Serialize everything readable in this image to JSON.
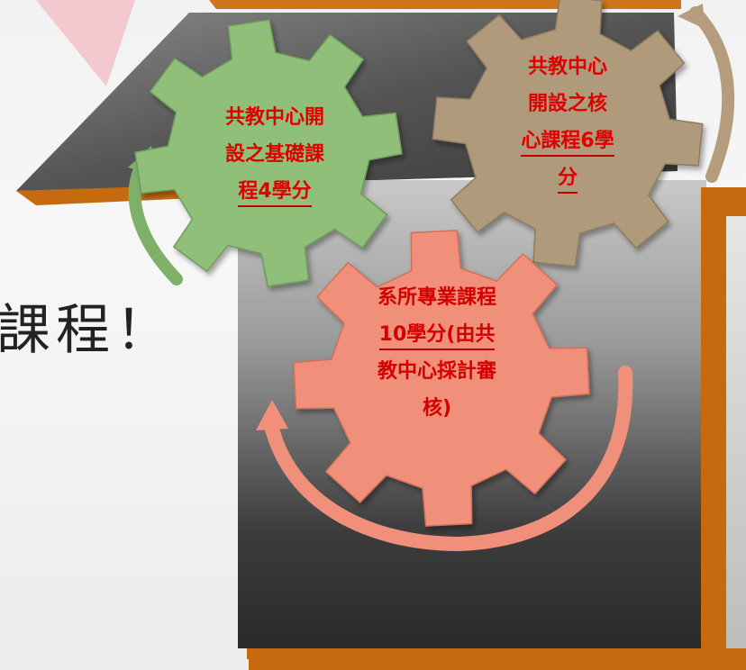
{
  "slide": {
    "heading_fragment": "課程！"
  },
  "gears": {
    "basic": {
      "line1": "共教中心開",
      "line2": "設之基礎課",
      "line3": "程4學分",
      "color": "#8fbf78"
    },
    "core": {
      "line1": "共教中心",
      "line2": "開設之核",
      "line3": "心課程6學",
      "line4": "分",
      "color": "#b09a7c"
    },
    "dept": {
      "line1": "系所專業課程",
      "line2": "10學分(由共",
      "line3": "教中心採計審",
      "line4": "核)",
      "color": "#f0907a"
    }
  },
  "colors": {
    "text_red": "#e00000",
    "frame_orange": "#c56a0f",
    "dark_gray": "#4a4a4a"
  }
}
